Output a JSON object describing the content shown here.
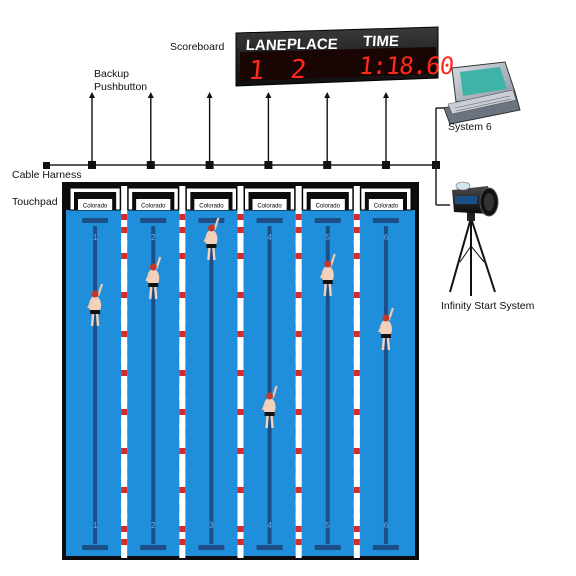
{
  "labels": {
    "scoreboard": "Scoreboard",
    "backup_line1": "Backup",
    "backup_line2": "Pushbutton",
    "cable_harness": "Cable Harness",
    "touchpad": "Touchpad",
    "system6": "System 6",
    "infinity": "Infinity Start System"
  },
  "scoreboard": {
    "header_lane": "LANE",
    "header_place": "PLACE",
    "header_time": "TIME",
    "lane_value": "1",
    "place_value": "2",
    "time_value": "1:18.60"
  },
  "pool": {
    "touchpad_brand": "Colorado",
    "lanes": [
      "1",
      "2",
      "3",
      "4",
      "5",
      "6"
    ],
    "swimmer_lane_positions": [
      {
        "lane": "1",
        "progress": 0.22
      },
      {
        "lane": "2",
        "progress": 0.13
      },
      {
        "lane": "3",
        "progress": 0.0
      },
      {
        "lane": "4",
        "progress": 0.56
      },
      {
        "lane": "5",
        "progress": 0.12
      },
      {
        "lane": "6",
        "progress": 0.3
      }
    ]
  },
  "colors": {
    "water": "#1f8fdb",
    "water_dark": "#1a6fb0",
    "lane_line": "#1d4f86",
    "rope_red": "#d82a2a",
    "rope_white": "#ffffff",
    "scoreboard_digit": "#ff2a1a",
    "scoreboard_text": "#ffffff",
    "deck": "#0c0c0c"
  },
  "icons": {
    "scoreboard": "scoreboard-icon",
    "system6": "console-icon",
    "infinity": "start-horn-icon",
    "swimmer": "swimmer-icon"
  }
}
